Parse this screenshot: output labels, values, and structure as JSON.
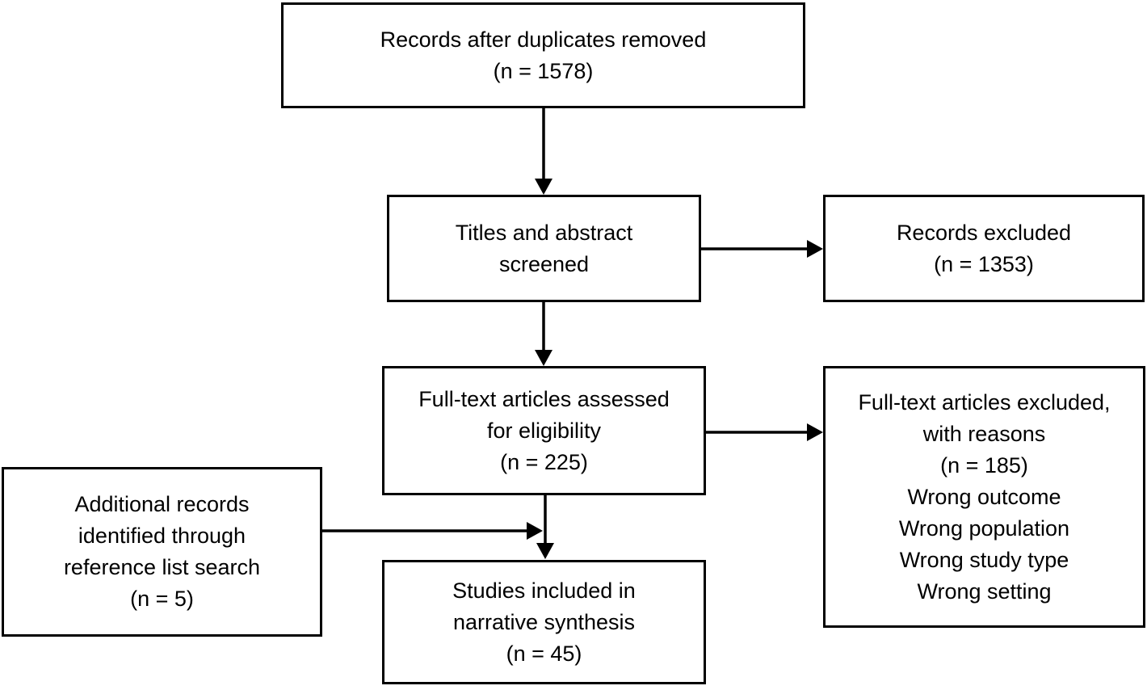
{
  "flowchart": {
    "type": "prisma-flow-diagram",
    "boxes": {
      "duplicates_removed": {
        "lines": [
          "Records after duplicates removed",
          "(n = 1578)"
        ],
        "n": 1578
      },
      "titles_screened": {
        "lines": [
          "Titles and abstract",
          "screened"
        ]
      },
      "records_excluded": {
        "lines": [
          "Records excluded",
          "(n = 1353)"
        ],
        "n": 1353
      },
      "fulltext_assessed": {
        "lines": [
          "Full-text articles assessed",
          "for eligibility",
          "(n = 225)"
        ],
        "n": 225
      },
      "fulltext_excluded": {
        "lines": [
          "Full-text articles excluded,",
          "with reasons",
          "(n = 185)",
          "Wrong outcome",
          "Wrong population",
          "Wrong study type",
          "Wrong setting"
        ],
        "n": 185
      },
      "additional_records": {
        "lines": [
          "Additional records",
          "identified through",
          "reference list search",
          "(n = 5)"
        ],
        "n": 5
      },
      "studies_included": {
        "lines": [
          "Studies included in",
          "narrative synthesis",
          "(n = 45)"
        ],
        "n": 45
      }
    },
    "colors": {
      "background": "#ffffff",
      "box_border": "#000000",
      "text": "#000000",
      "arrow": "#000000"
    }
  }
}
